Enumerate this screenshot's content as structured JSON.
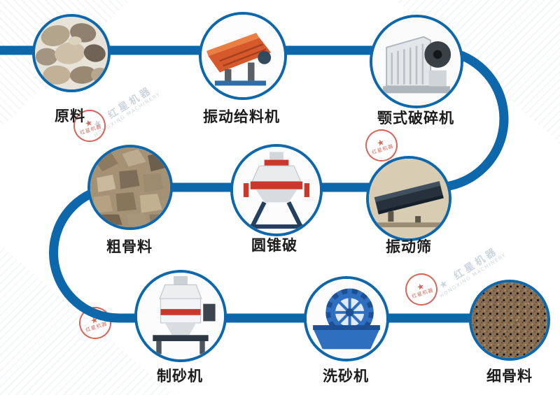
{
  "colors": {
    "flow_line": "#0d67ab",
    "label_text": "#1c1c1c",
    "stamp_red": "#cc4233",
    "watermark_gray": "#bcc8d3"
  },
  "watermark": {
    "brand_cn": "红星机器",
    "brand_en": "HONGXING MACHINERY"
  },
  "flow": {
    "nodes": [
      {
        "label": "原料",
        "icon": "raw-stones"
      },
      {
        "label": "振动给料机",
        "icon": "vibrating-feeder"
      },
      {
        "label": "颚式破碎机",
        "icon": "jaw-crusher"
      },
      {
        "label": "振动筛",
        "icon": "vibrating-screen"
      },
      {
        "label": "圆锥破",
        "icon": "cone-crusher"
      },
      {
        "label": "粗骨料",
        "icon": "coarse-aggregate"
      },
      {
        "label": "制砂机",
        "icon": "sand-making-machine"
      },
      {
        "label": "洗砂机",
        "icon": "sand-washer"
      },
      {
        "label": "细骨料",
        "icon": "fine-aggregate"
      }
    ]
  }
}
